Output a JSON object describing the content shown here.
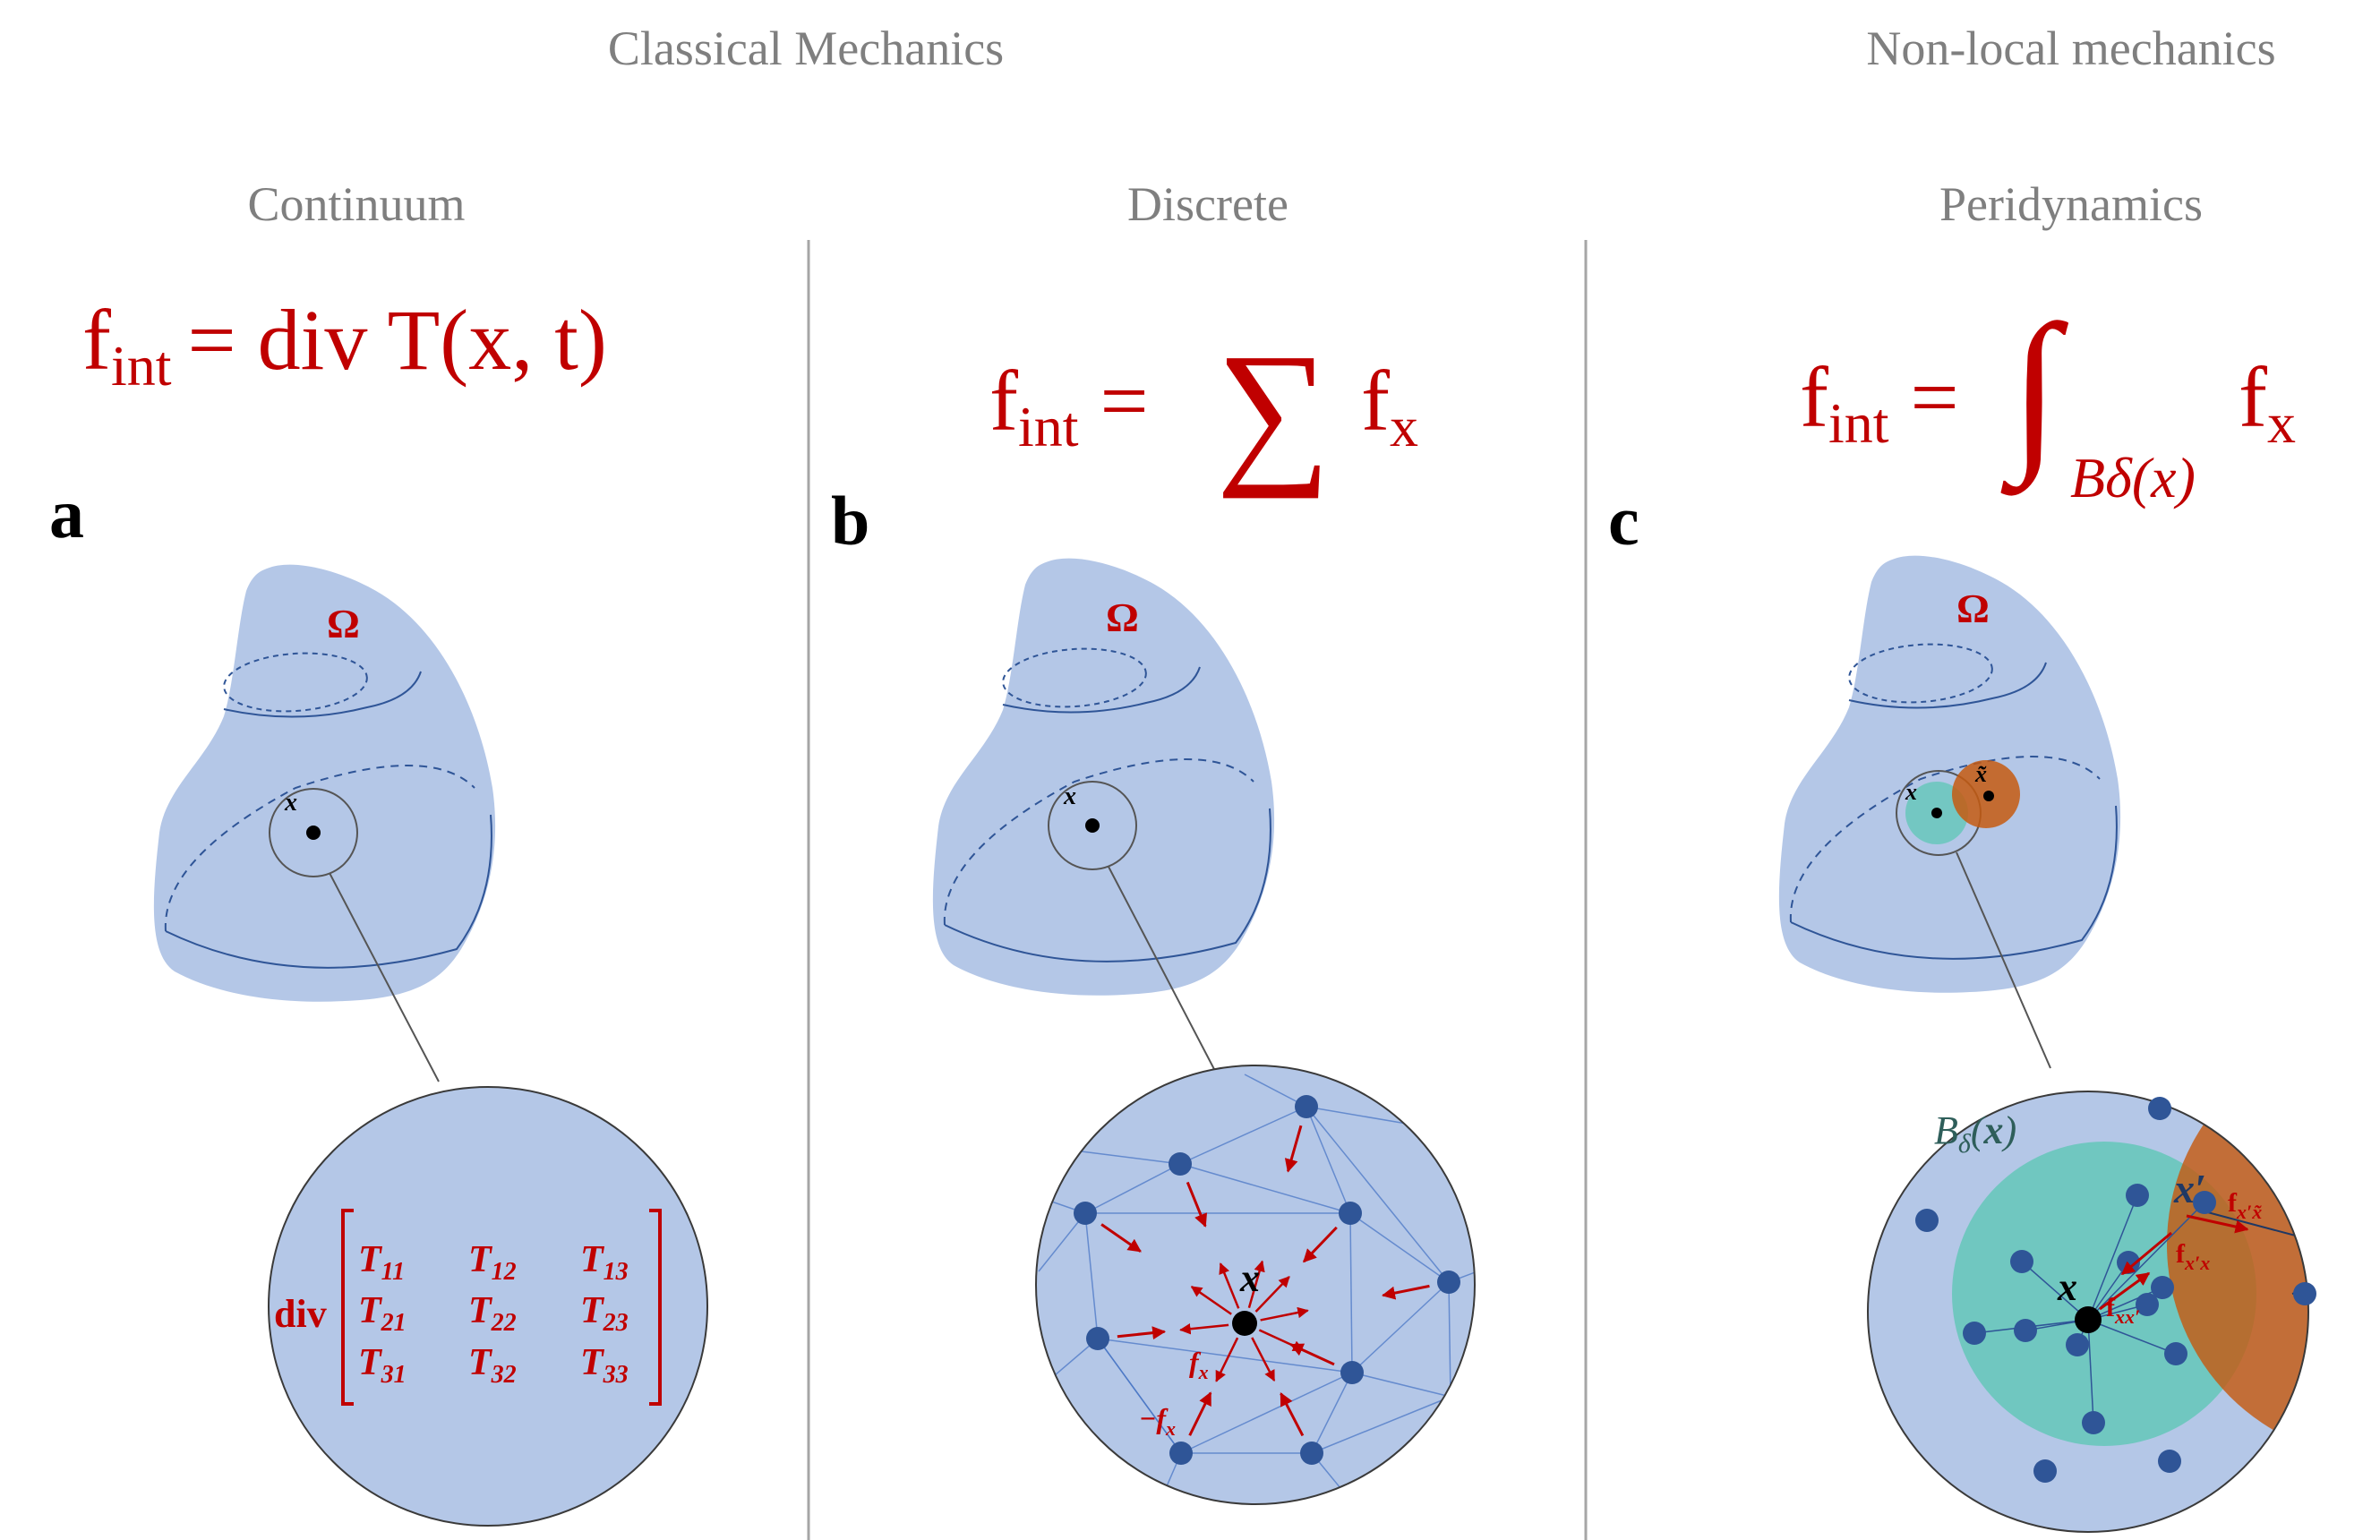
{
  "headers": {
    "classical": "Classical Mechanics",
    "nonlocal": "Non-local mechanics",
    "continuum": "Continuum",
    "discrete": "Discrete",
    "peridynamics": "Peridynamics"
  },
  "equations": {
    "a": {
      "lhs": "f",
      "sub": "int",
      "rhs": "= div T(x, t)"
    },
    "b": {
      "lhs": "f",
      "sub": "int",
      "eq": "=",
      "sum": "∑",
      "f": "f",
      "fsub": "x"
    },
    "c": {
      "lhs": "f",
      "sub": "int",
      "eq": "=",
      "integral": "∫",
      "domain": "Bδ(x)",
      "f": "f",
      "fsub": "x"
    }
  },
  "panels": {
    "a": {
      "label": "a",
      "omega": "Ω",
      "point": "x"
    },
    "b": {
      "label": "b",
      "omega": "Ω",
      "point": "x"
    },
    "c": {
      "label": "c",
      "omega": "Ω",
      "point": "x",
      "point2": "x̃"
    }
  },
  "matrix": {
    "op": "div",
    "cells": [
      "T11",
      "T12",
      "T13",
      "T21",
      "T22",
      "T23",
      "T31",
      "T32",
      "T33"
    ]
  },
  "discrete_labels": {
    "center": "x",
    "fx": "fx",
    "neg_fx": "−fx"
  },
  "peri_labels": {
    "neighborhood": "Bδ(x)",
    "center": "x",
    "neighbor": "x′",
    "f_xpxt": "fx′x̃",
    "f_xpx": "fx′x",
    "f_xxp": "fxx′"
  },
  "colors": {
    "body": "#b4c7e7",
    "red": "#c00000",
    "node": "#2f5597",
    "teal": "#70c7c0",
    "orange": "#c55a11",
    "divider": "#a6a6a6"
  }
}
